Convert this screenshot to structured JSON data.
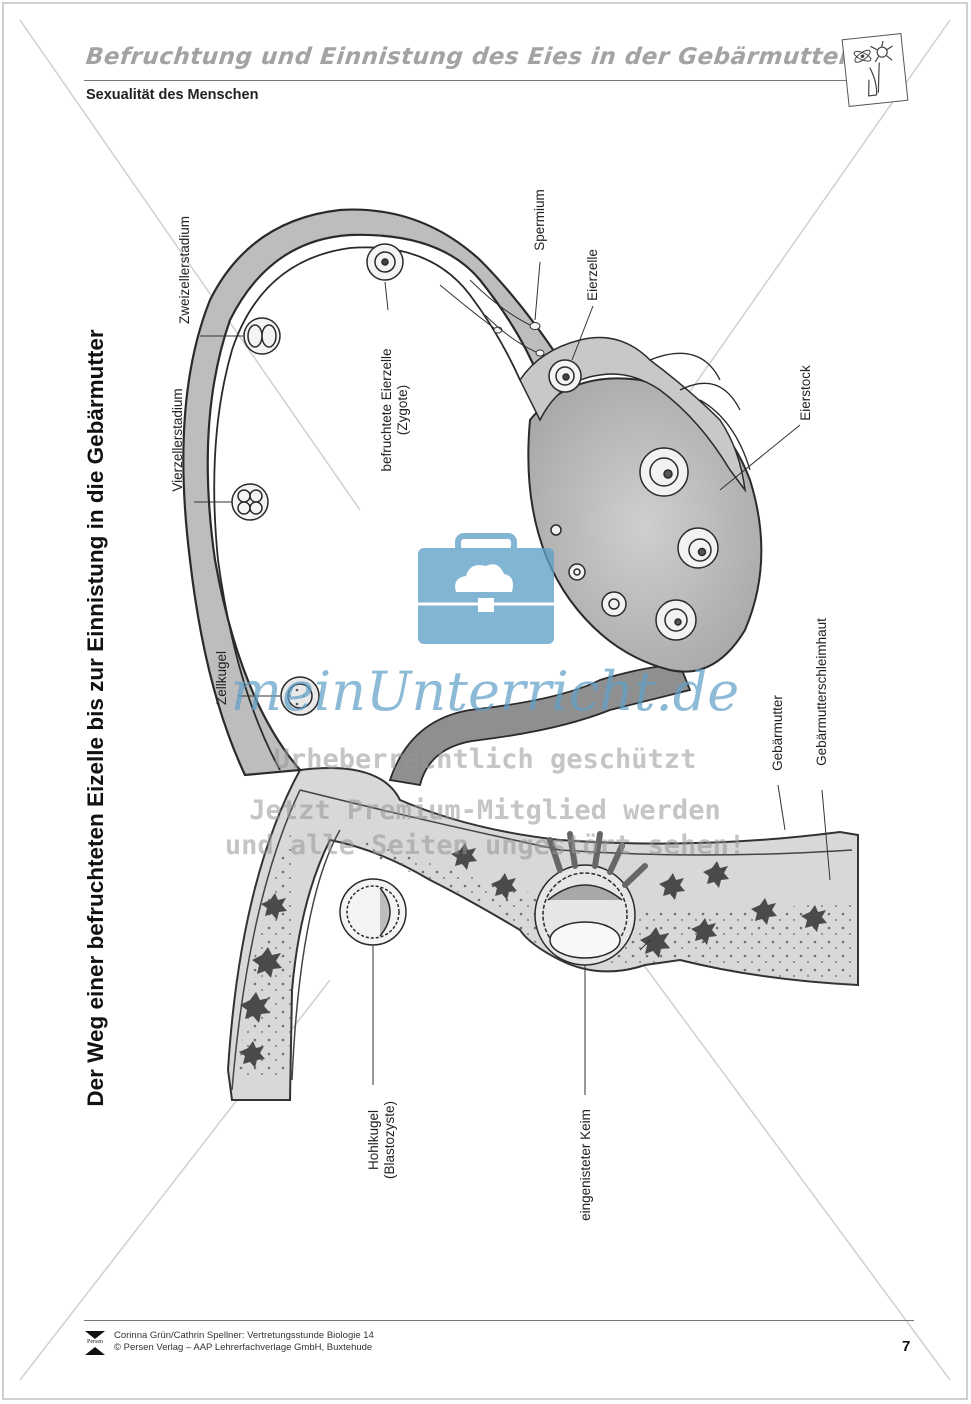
{
  "header": {
    "title": "Befruchtung und Einnistung des Eies in der Gebärmutter",
    "subtitle": "Sexualität des Menschen"
  },
  "main": {
    "vertical_title": "Der Weg einer befruchteten Eizelle bis zur Einnistung in die Gebärmutter",
    "labels": {
      "spermium": "Spermium",
      "eierzelle": "Eierzelle",
      "eierstock": "Eierstock",
      "zweizellerstadium": "Zweizellerstadium",
      "befruchtete_eierzelle": "befruchtete Eierzelle",
      "zygote": "(Zygote)",
      "vierzellerstadium": "Vierzellerstadium",
      "zellkugel": "Zellkugel",
      "gebaermutter": "Gebärmutter",
      "gebaermutterschleimhaut": "Gebärmutterschleimhaut",
      "hohlkugel": "Hohlkugel",
      "blastozyste": "(Blastozyste)",
      "eingenisteter_keim": "eingenisteter Keim"
    }
  },
  "watermark": {
    "brand": "meinUnterricht.de",
    "line1": "Urheberrechtlich geschützt",
    "line2": "Jetzt Premium-Mitglied werden",
    "line3": "und alle Seiten ungestört sehen!"
  },
  "footer": {
    "authors": "Corinna Grün/Cathrin Spellner: Vertretungsstunde Biologie 14",
    "publisher": "© Persen Verlag – AAP Lehrerfachverlage GmbH, Buxtehude",
    "brand": "Persen",
    "page_number": "7"
  },
  "colors": {
    "tube_fill": "#bdbdbd",
    "tissue_fill": "#d6d6d6",
    "watermark_blue": "#5fa0c8"
  }
}
